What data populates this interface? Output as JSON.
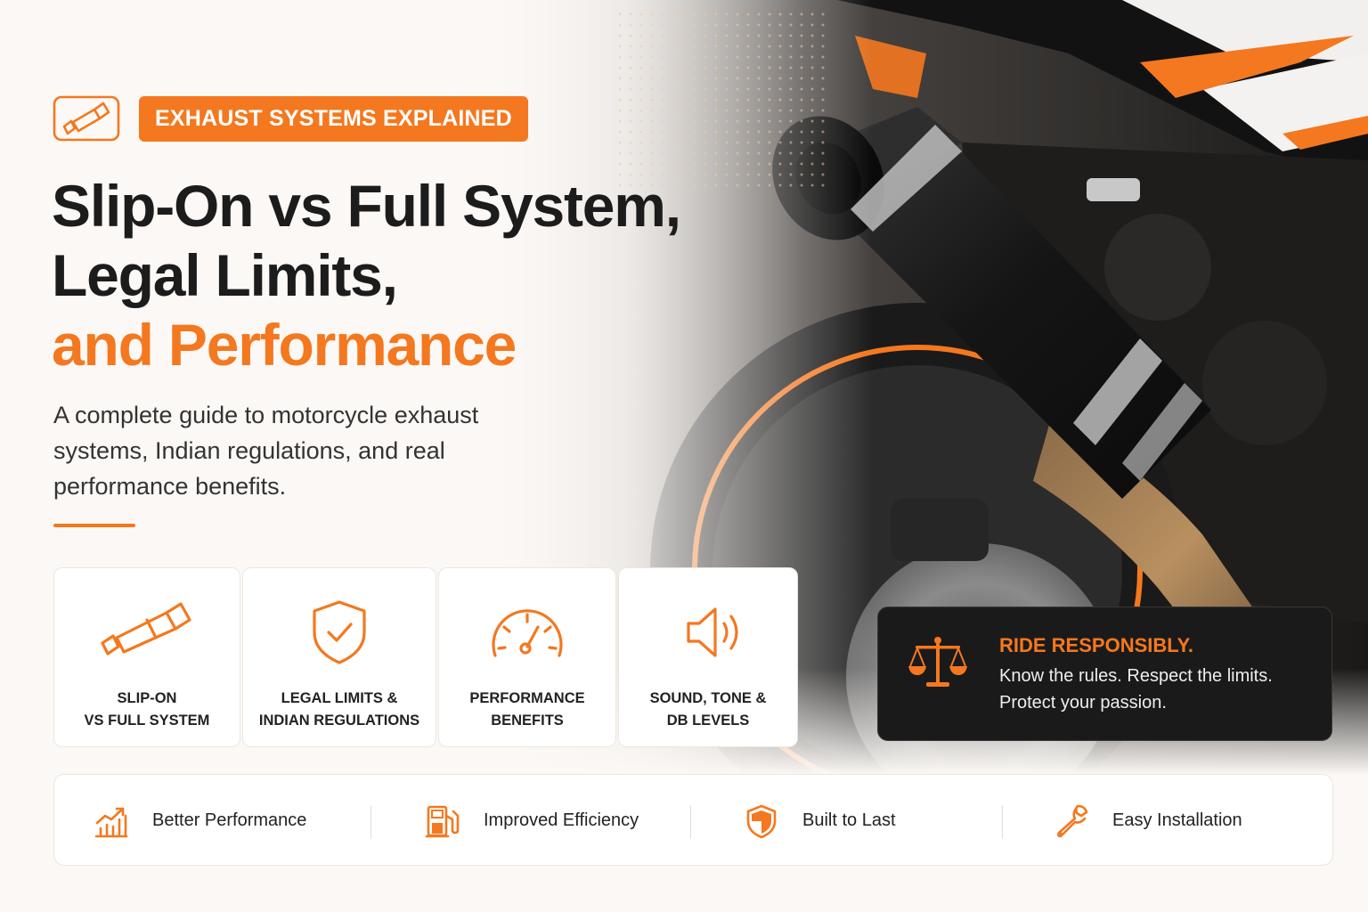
{
  "header": {
    "tag": "EXHAUST SYSTEMS EXPLAINED",
    "title_line1": "Slip-On vs Full System,",
    "title_line2": "Legal Limits,",
    "title_line3": "and Performance",
    "subtitle": "A complete guide to motorcycle exhaust systems, Indian regulations, and real performance benefits."
  },
  "cards": [
    {
      "line1": "SLIP-ON",
      "line2": "VS FULL SYSTEM",
      "icon": "exhaust-pipe-icon"
    },
    {
      "line1": "LEGAL LIMITS &",
      "line2": "INDIAN REGULATIONS",
      "icon": "shield-check-icon"
    },
    {
      "line1": "PERFORMANCE",
      "line2": "BENEFITS",
      "icon": "speedometer-icon"
    },
    {
      "line1": "SOUND, TONE &",
      "line2": "DB LEVELS",
      "icon": "speaker-icon"
    }
  ],
  "ride": {
    "title": "RIDE RESPONSIBLY.",
    "line1": "Know the rules. Respect the limits.",
    "line2": "Protect your passion.",
    "icon": "scales-icon"
  },
  "benefits": [
    {
      "label": "Better Performance",
      "icon": "growth-chart-icon"
    },
    {
      "label": "Improved Efficiency",
      "icon": "fuel-pump-icon"
    },
    {
      "label": "Built to Last",
      "icon": "shield-icon"
    },
    {
      "label": "Easy Installation",
      "icon": "wrench-icon"
    }
  ],
  "colors": {
    "accent": "#f4781f",
    "dark": "#1c1c1c",
    "background": "#fbf8f5"
  }
}
